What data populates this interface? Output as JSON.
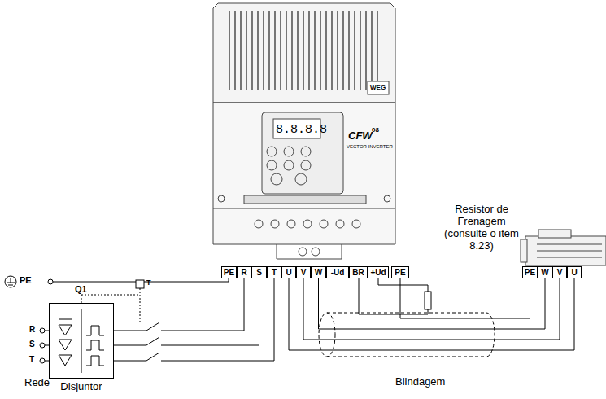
{
  "diagram": {
    "nodes": [
      {
        "text": [
          "PE"
        ]
      },
      {
        "text": [
          "R"
        ]
      },
      {
        "text": [
          "S"
        ]
      },
      {
        "text": [
          "T"
        ]
      },
      {
        "text": [
          "U"
        ]
      },
      {
        "text": [
          "V"
        ]
      },
      {
        "text": [
          "W"
        ]
      },
      {
        "text": [
          "-Ud"
        ]
      },
      {
        "text": [
          "BR"
        ]
      },
      {
        "text": [
          "+Ud"
        ]
      },
      {
        "text": [
          "PE"
        ]
      },
      {
        "text": [
          "PE"
        ]
      },
      {
        "text": [
          "W"
        ]
      },
      {
        "text": [
          "V"
        ]
      },
      {
        "text": [
          "U"
        ]
      },
      {
        "text": [
          "Disjuntor"
        ]
      }
    ],
    "edges": [
      {
        "from": 15,
        "to": 1,
        "arrow": "none"
      },
      {
        "from": 15,
        "to": 2,
        "arrow": "none"
      },
      {
        "from": 15,
        "to": 3,
        "arrow": "none"
      },
      {
        "from": 4,
        "to": 14,
        "arrow": "none"
      },
      {
        "from": 5,
        "to": 13,
        "arrow": "none"
      },
      {
        "from": 6,
        "to": 12,
        "arrow": "none"
      },
      {
        "from": 10,
        "to": 11,
        "arrow": "none"
      }
    ],
    "labels": [
      "PE",
      "Q1",
      "T",
      "R",
      "S",
      "T",
      "Rede",
      "Resistor de Frenagem (consulte o item 8.23)",
      "Blindagem",
      "CFW",
      "08",
      "VECTOR INVERTER",
      "8.8.8.8",
      "WEG"
    ]
  }
}
